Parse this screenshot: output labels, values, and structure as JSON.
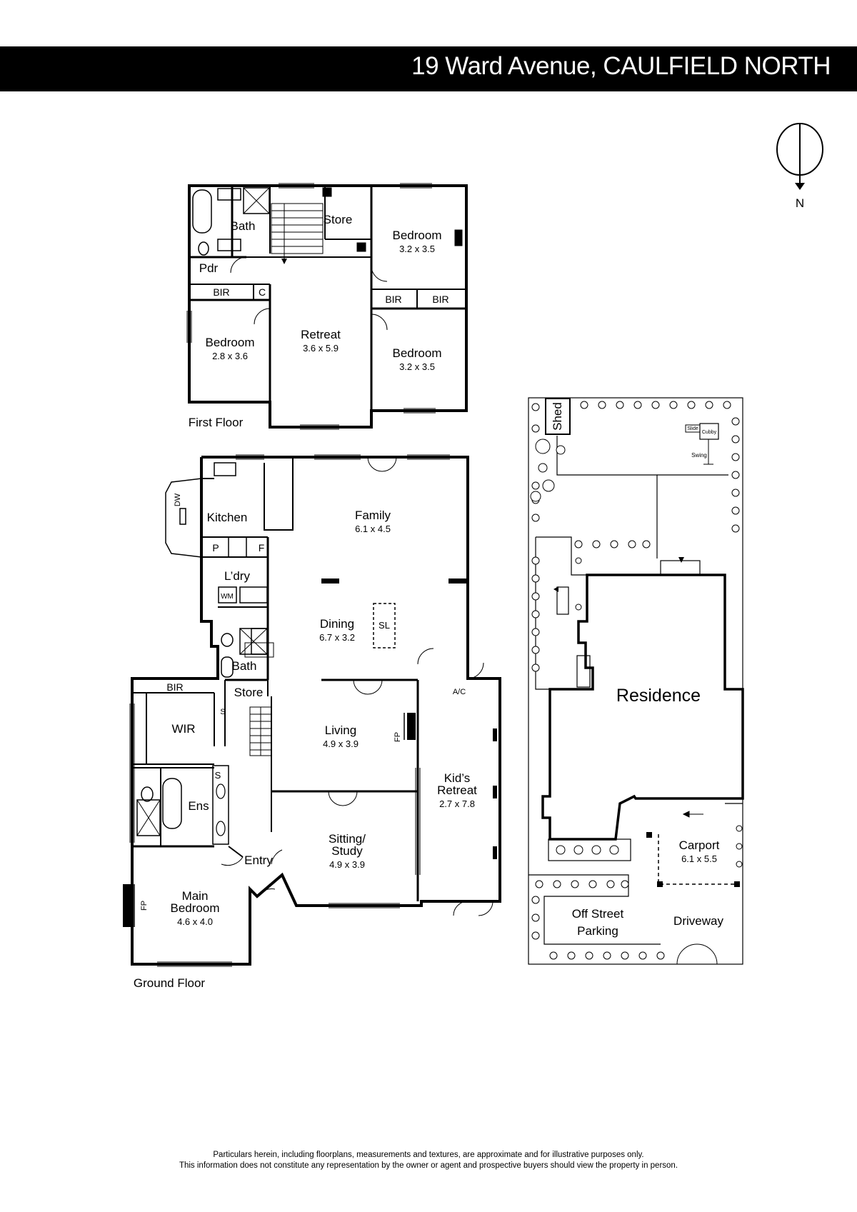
{
  "header": {
    "address": "19 Ward Avenue, CAULFIELD NORTH"
  },
  "compass": {
    "direction_label": "N",
    "icon": "north-arrow-icon"
  },
  "first_floor": {
    "label": "First Floor",
    "rooms": {
      "bath": "Bath",
      "store": "Store",
      "pdr": "Pdr",
      "bir_left": "BIR",
      "c": "C",
      "bedroom_ne": {
        "name": "Bedroom",
        "size": "3.2 x 3.5"
      },
      "bir_r1": "BIR",
      "bir_r2": "BIR",
      "bedroom_w": {
        "name": "Bedroom",
        "size": "2.8 x 3.6"
      },
      "retreat": {
        "name": "Retreat",
        "size": "3.6 x 5.9"
      },
      "bedroom_se": {
        "name": "Bedroom",
        "size": "3.2 x 3.5"
      }
    }
  },
  "ground_floor": {
    "label": "Ground Floor",
    "rooms": {
      "dw": "DW",
      "kitchen": "Kitchen",
      "family": {
        "name": "Family",
        "size": "6.1 x 4.5"
      },
      "p": "P",
      "f": "F",
      "ldry": "L’dry",
      "wm": "WM",
      "dining": {
        "name": "Dining",
        "size": "6.7 x 3.2"
      },
      "sl": "SL",
      "bath": "Bath",
      "bir": "BIR",
      "store": "Store",
      "s1": "S",
      "wir": "WIR",
      "living": {
        "name": "Living",
        "size": "4.9 x 3.9"
      },
      "fp_living": "FP",
      "ac": "A/C",
      "s2": "S",
      "ens": "Ens",
      "kids_retreat": {
        "name1": "Kid’s",
        "name2": "Retreat",
        "size": "2.7 x 7.8"
      },
      "entry": "Entry",
      "sitting": {
        "name1": "Sitting/",
        "name2": "Study",
        "size": "4.9 x 3.9"
      },
      "main_bedroom": {
        "name1": "Main",
        "name2": "Bedroom",
        "size": "4.6 x 4.0"
      },
      "fp_main": "FP"
    }
  },
  "site_plan": {
    "shed": "Shed",
    "slide": "Slide",
    "cubby": "Cubby",
    "swing": "Swing",
    "residence": "Residence",
    "carport": {
      "name": "Carport",
      "size": "6.1 x 5.5"
    },
    "off_street": {
      "line1": "Off Street",
      "line2": "Parking"
    },
    "driveway": "Driveway"
  },
  "disclaimer": {
    "line1": "Particulars herein, including floorplans, measurements and textures, are approximate and for illustrative purposes only.",
    "line2": "This information does not constitute any representation by the owner or agent and prospective buyers should view the property in person."
  }
}
